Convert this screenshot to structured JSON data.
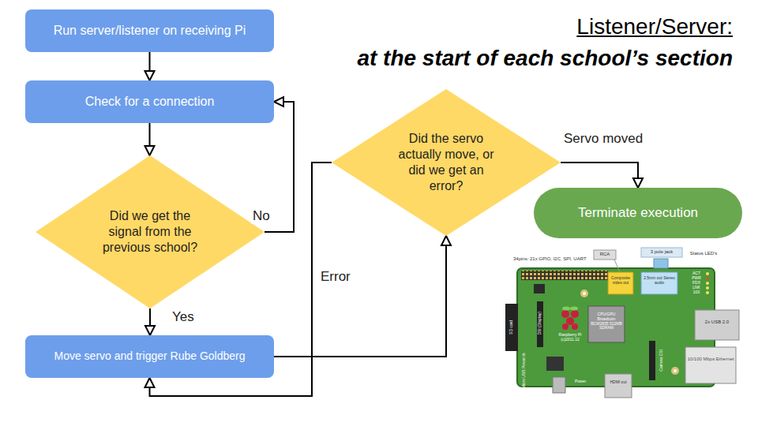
{
  "diagram": {
    "title": "Listener/Server:",
    "nodes": [
      {
        "text": [
          "Run server/listener on receiving Pi"
        ]
      },
      {
        "text": [
          "Check for a connection"
        ]
      },
      {
        "text": [
          "Did we get the signal from the previous school?"
        ]
      },
      {
        "text": [
          "Move servo and trigger Rube Goldberg"
        ]
      },
      {
        "text": [
          "Did the servo actually move, or did we get an error?"
        ]
      },
      {
        "text": [
          "Terminate execution"
        ]
      }
    ],
    "edges": [
      {
        "from": 0,
        "to": 1,
        "arrow": "to"
      },
      {
        "from": 1,
        "to": 2,
        "arrow": "to"
      },
      {
        "from": 2,
        "to": 1,
        "label": "No",
        "arrow": "to"
      },
      {
        "from": 2,
        "to": 3,
        "label": "Yes",
        "arrow": "to"
      },
      {
        "from": 3,
        "to": 4,
        "arrow": "to"
      },
      {
        "from": 4,
        "to": 3,
        "label": "Error",
        "arrow": "to"
      },
      {
        "from": 4,
        "to": 5,
        "label": "Servo moved",
        "arrow": "to"
      }
    ],
    "labels": [
      "at the start of each school’s section",
      "34pins: 21x GPIO, I2C, SPI, UART",
      "RCA",
      "3 pole jack",
      "Status LED's",
      "Composite video out",
      "2.5mm out Stereo audio",
      "ACT PWR FDX LNK 100",
      "CPU/GPU Broadcom BCM2835 512MB SDRAM",
      "Raspberry Pi (c)2011.12",
      "2x USB 2.0",
      "10/100 Mbps Ethernet",
      "HDMI out",
      "Power",
      "Micro USB Power in",
      "SD card",
      "DSI (Display)",
      "Camera CSI"
    ]
  }
}
